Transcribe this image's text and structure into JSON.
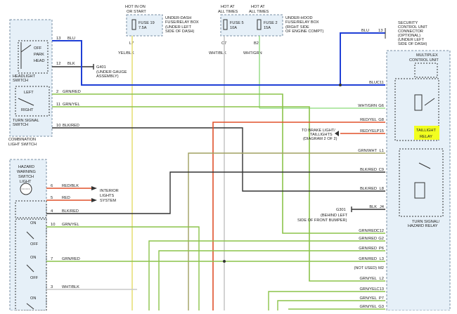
{
  "colors": {
    "blue": "#1f3fd6",
    "yellow": "#e8df7a",
    "green": "#8bc34a",
    "lightgreen": "#9ee08f",
    "olive": "#a0a060",
    "red": "#e0502a",
    "black": "#333333",
    "gray": "#999999",
    "box_fill": "#e6f0f8",
    "box_stroke": "#7a8fa5",
    "highlight": "#f2ff1f"
  },
  "fuses": {
    "hot_in_on": "HOT IN ON",
    "or_start": "OR START",
    "fuse19": "FUSE 19",
    "fuse19_amps": "7.5A",
    "underdash_box": [
      "UNDER-DASH",
      "FUSE/RELAY BOX",
      "(UNDER LEFT",
      "SIDE OF DASH)"
    ],
    "hot_at_all_times_1": [
      "HOT AT",
      "ALL TIMES"
    ],
    "hot_at_all_times_2": [
      "HOT AT",
      "ALL TIMES"
    ],
    "fuse5": "FUSE 5",
    "fuse5_amps": "10A",
    "fuse2": "FUSE 2",
    "fuse2_amps": "15A",
    "underhood_box": [
      "UNDER-HOOD",
      "FUSE/RELAY BOX",
      "(RIGHT SIDE",
      "OF ENGINE COMPT)"
    ],
    "pin_l7": "L7",
    "pin_c7": "C7",
    "pin_b2": "B2",
    "wire_yelblk": "YEL/BLK",
    "wire_whtblk": "WHT/BLK",
    "wire_whtgrn": "WHT/GRN"
  },
  "combination_switch": {
    "headlight_label": [
      "HEADLIGHT",
      "SWITCH"
    ],
    "off": "OFF",
    "park": "PARK",
    "head": "HEAD",
    "left": "LEFT",
    "right": "RIGHT",
    "turn_label": [
      "TURN SIGNAL",
      "SWITCH"
    ],
    "combo_label": [
      "COMBINATION",
      "LIGHT SWITCH"
    ],
    "pins": [
      "13",
      "12",
      "2",
      "11",
      "10"
    ],
    "wires": [
      "BLU",
      "BLK",
      "GRN/RED",
      "GRN/YEL",
      "BLK/RED"
    ],
    "ground": "G401",
    "ground_desc": [
      "(UNDER GAUGE",
      "ASSEMBLY)"
    ]
  },
  "hazard_switch": {
    "title": [
      "HAZARD",
      "WARNING",
      "SWITCH"
    ],
    "light": "LIGHT",
    "pins": [
      "6",
      "5",
      "4",
      "10",
      "7",
      "3"
    ],
    "wires": [
      "RED/BLK",
      "RED",
      "BLK/RED",
      "GRN/YEL",
      "GRN/RED",
      "WHT/BLK"
    ],
    "on": "ON",
    "off": "OFF",
    "interior": [
      "INTERIOR",
      "LIGHTS",
      "SYSTEM"
    ],
    "ground": "G301",
    "ground_desc": [
      "(BEHIND LEFT",
      "SIDE OF FRONT BUMPER)"
    ]
  },
  "security_unit": {
    "label": [
      "SECURITY",
      "CONTROL UNIT",
      "CONNECTOR",
      "(OPTIONAL)",
      "(UNDER LEFT",
      "SIDE OF DASH)"
    ],
    "pin": "13",
    "wire": "BLU"
  },
  "multiplex": {
    "title": [
      "MULTIPLEX",
      "CONTROL UNIT"
    ],
    "taillight_relay": [
      "TAILLIGHT",
      "RELAY"
    ],
    "turn_relay": [
      "TURN SIGNAL/",
      "HAZARD RELAY"
    ],
    "brake_note": [
      "TO BRAKE LIGHT/",
      "TAILLIGHTS",
      "(DIAGRAM 2 OF 2)"
    ]
  },
  "right_pins": [
    {
      "wire": "BLU",
      "pin": "C11"
    },
    {
      "wire": "WHT/GRN",
      "pin": "G6"
    },
    {
      "wire": "RED/YEL",
      "pin": "G8"
    },
    {
      "wire": "RED/YEL",
      "pin": "P15"
    },
    {
      "wire": "GRN/WHT",
      "pin": "L1"
    },
    {
      "wire": "BLK/RED",
      "pin": "C9"
    },
    {
      "wire": "BLK/RED",
      "pin": "L8"
    },
    {
      "wire": "BLK",
      "pin": "J4"
    },
    {
      "wire": "GRN/RED",
      "pin": "C12"
    },
    {
      "wire": "GRN/RED",
      "pin": "G2"
    },
    {
      "wire": "GRN/RED",
      "pin": "P6"
    },
    {
      "wire": "GRN/RED",
      "pin": "L3"
    },
    {
      "wire": "(NOT USED)",
      "pin": "M2"
    },
    {
      "wire": "GRN/YEL",
      "pin": "L2"
    },
    {
      "wire": "GRN/YEL",
      "pin": "C13"
    },
    {
      "wire": "GRN/YEL",
      "pin": "P7"
    },
    {
      "wire": "GRN/YEL",
      "pin": "G3"
    }
  ]
}
